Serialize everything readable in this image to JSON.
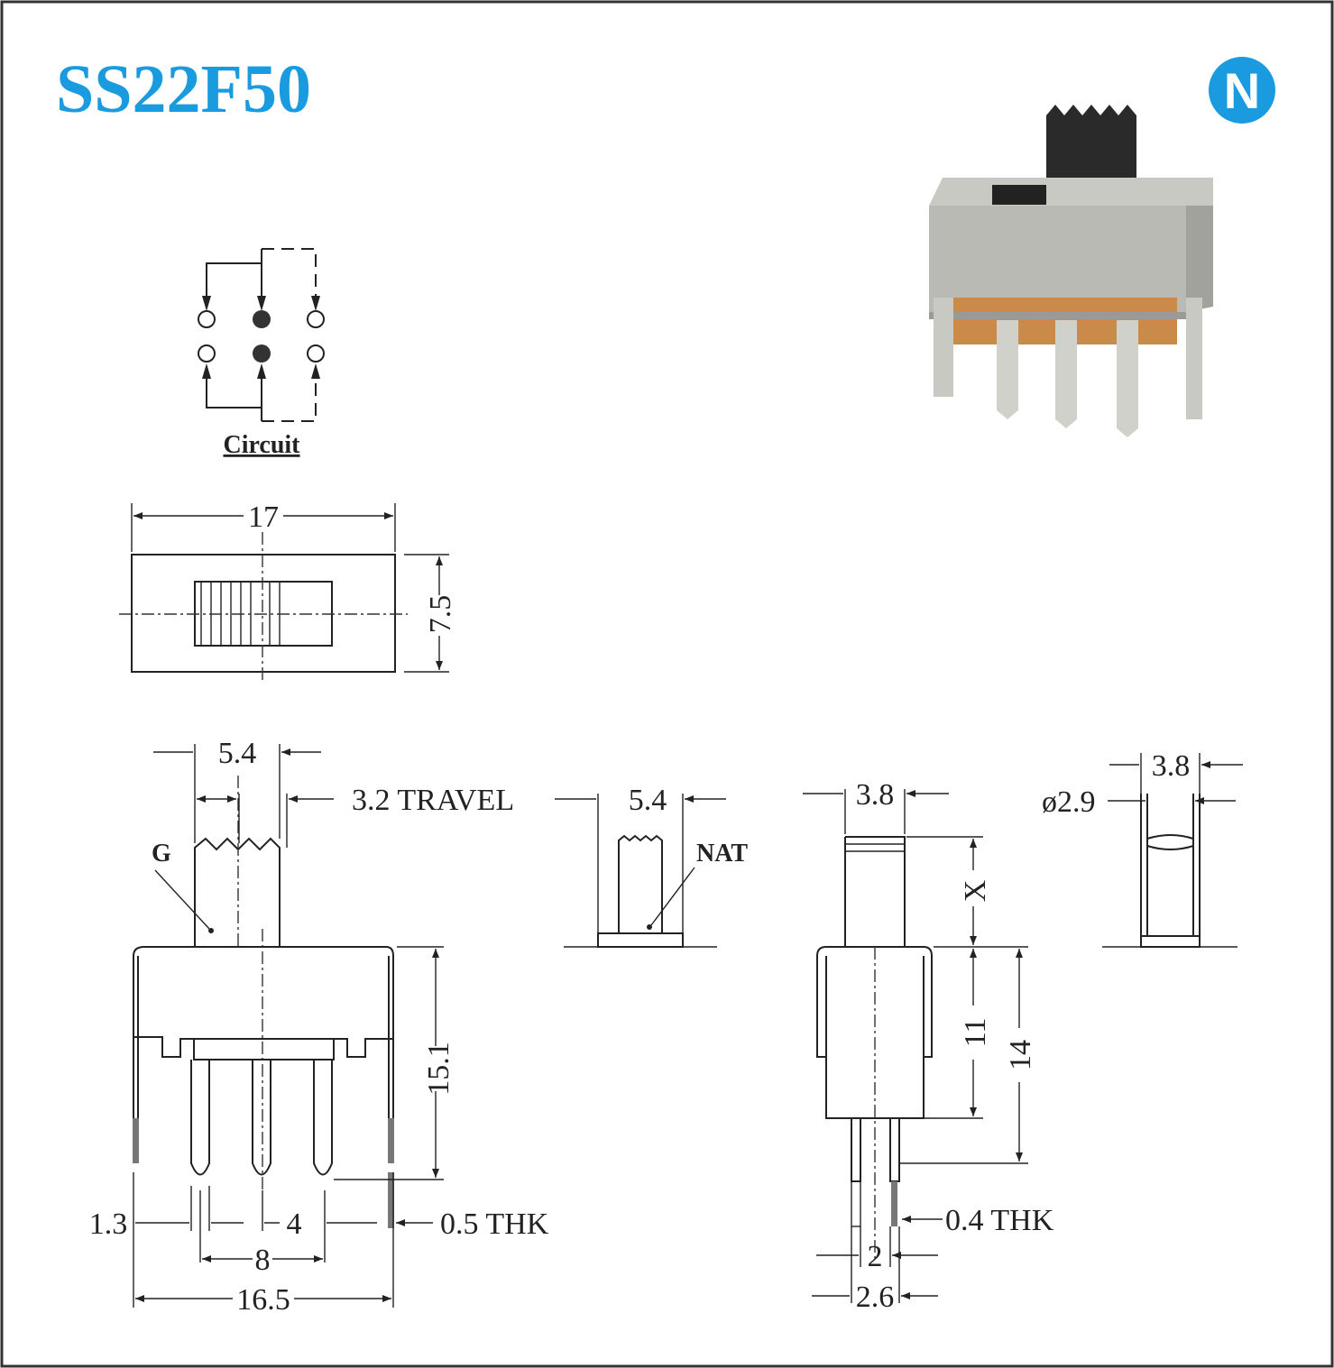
{
  "title": "SS22F50",
  "logo": {
    "letter": "N",
    "color": "#1a9be0"
  },
  "circuit": {
    "label": "Circuit"
  },
  "top_view": {
    "width": "17",
    "height": "7.5"
  },
  "front_view": {
    "actuator_width": "5.4",
    "travel": "3.2 TRAVEL",
    "g_label": "G",
    "height": "15.1",
    "pin_offset": "1.3",
    "pin_pitch": "4",
    "thickness": "0.5 THK",
    "pin_span": "8",
    "overall": "16.5"
  },
  "nat_view": {
    "width": "5.4",
    "label": "NAT"
  },
  "side_view": {
    "actuator_width": "3.8",
    "x_label": "X",
    "body_height": "11",
    "total_height": "14",
    "thickness": "0.4 THK",
    "pin_width": "2",
    "pin_span": "2.6"
  },
  "end_view": {
    "width": "3.8",
    "diameter": "ø2.9"
  }
}
